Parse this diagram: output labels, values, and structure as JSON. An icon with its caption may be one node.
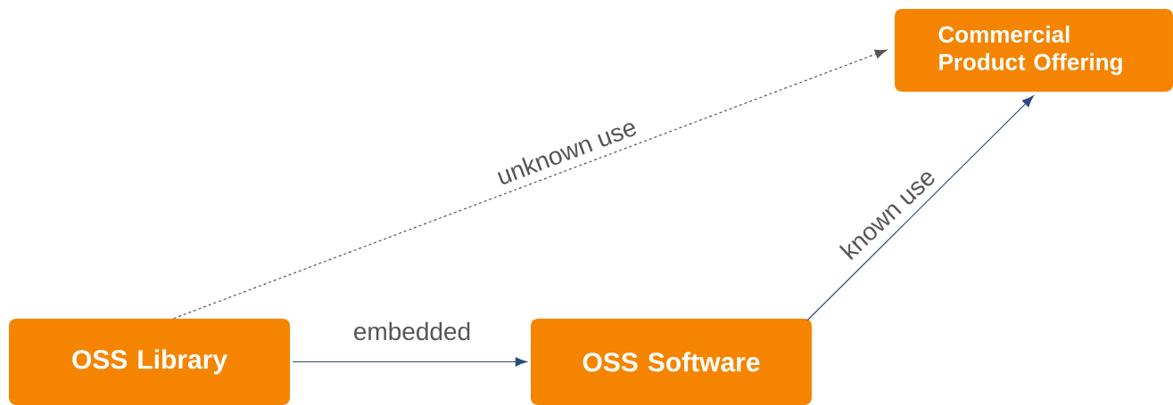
{
  "diagram": {
    "nodes": [
      {
        "text": [
          "OSS Library"
        ]
      },
      {
        "text": [
          "OSS Software"
        ]
      },
      {
        "text": [
          "Commercial Product Offering"
        ]
      }
    ],
    "edges": [
      {
        "from": 0,
        "to": 1,
        "arrow": "to",
        "label": "embedded"
      },
      {
        "from": 0,
        "to": 2,
        "arrow": "to",
        "label": "unknown use",
        "style": "dashed",
        "color": "#555555"
      },
      {
        "from": 1,
        "to": 2,
        "arrow": "to",
        "label": "known use"
      }
    ]
  }
}
